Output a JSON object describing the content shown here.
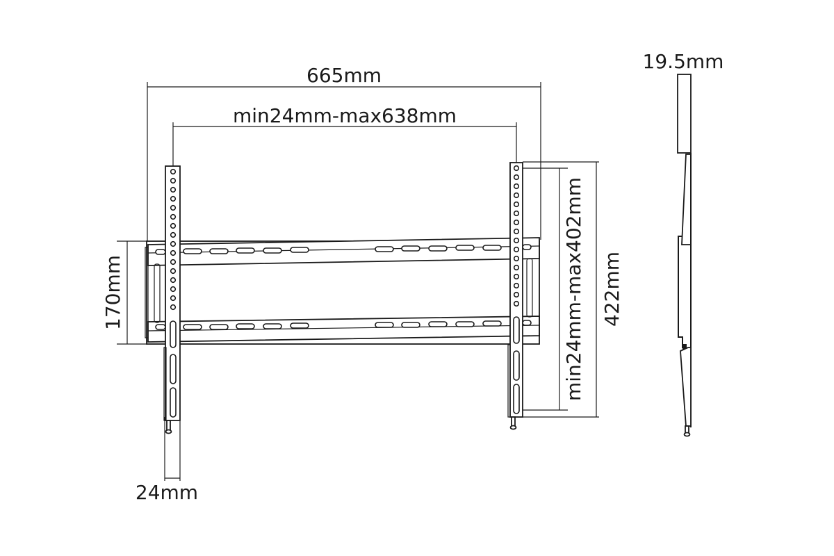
{
  "diagram": {
    "subject": "TV wall mount bracket dimensions",
    "views": [
      "front-view",
      "side-view"
    ],
    "dimensions": {
      "overall_width": "665mm",
      "arm_spacing": "min24mm-max638mm",
      "rail_height": "170mm",
      "arm_width": "24mm",
      "vesa_vertical": "min24mm-max402mm",
      "overall_height": "422mm",
      "profile_depth": "19.5mm"
    },
    "colors": {
      "line": "#1a1a1a",
      "background": "#ffffff"
    }
  }
}
